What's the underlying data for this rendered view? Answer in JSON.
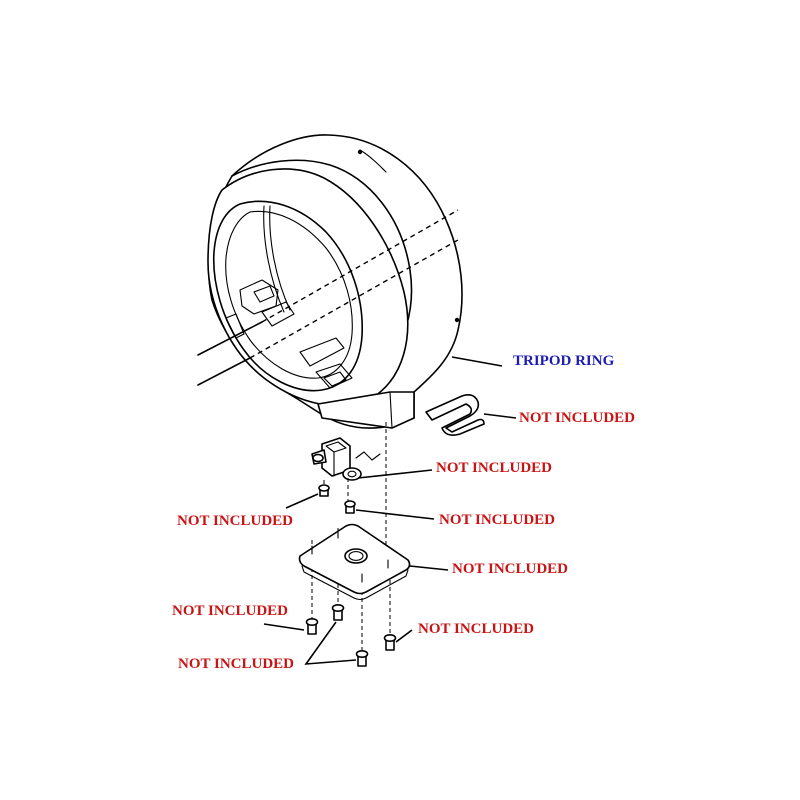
{
  "labels": {
    "tripod_ring": "TRIPOD RING",
    "u_bracket": "NOT INCLUDED",
    "clamp_block": "NOT INCLUDED",
    "left_screw": "NOT INCLUDED",
    "right_screw": "NOT INCLUDED",
    "mount_plate": "NOT INCLUDED",
    "bottom_left_screw": "NOT INCLUDED",
    "bottom_right_screw": "NOT INCLUDED",
    "bottom_center_screws": "NOT INCLUDED"
  },
  "colors": {
    "callout_red": "#c81414",
    "callout_blue": "#1c1cb4",
    "line": "#000000",
    "background": "#ffffff"
  }
}
